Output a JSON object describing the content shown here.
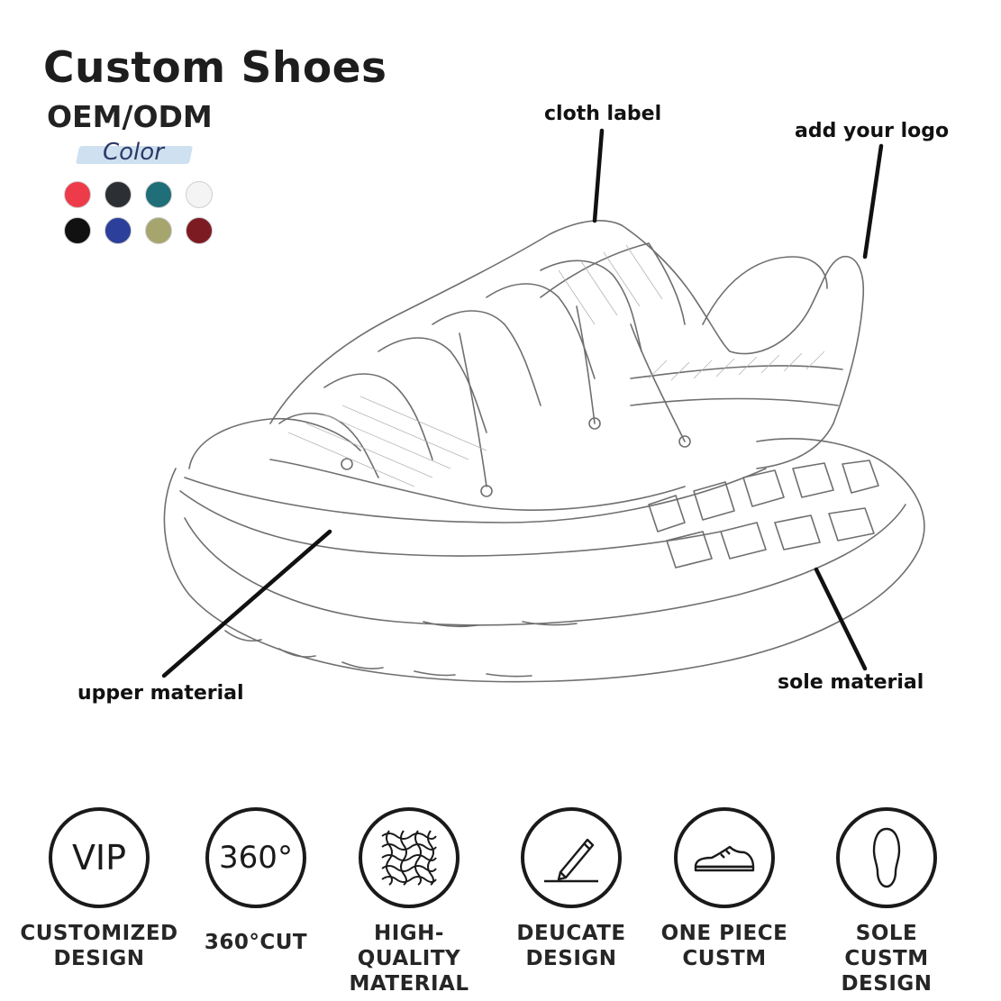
{
  "header": {
    "title": "Custom Shoes",
    "subtitle": "OEM/ODM",
    "color_label": "Color"
  },
  "swatches": [
    "#ee3b4a",
    "#2c2f33",
    "#1f6e78",
    "#f4f4f4",
    "#111111",
    "#2c3f9a",
    "#a6a56e",
    "#7c1c22"
  ],
  "callouts": {
    "cloth_label": "cloth label",
    "add_logo": "add your logo",
    "upper_material": "upper material",
    "sole_material": "sole material"
  },
  "features": [
    {
      "icon": "vip-icon",
      "glyph": "VIP",
      "line1": "CUSTOMIZED",
      "line2": "DESIGN"
    },
    {
      "icon": "360-icon",
      "glyph": "360°",
      "line1": "360°CUT",
      "line2": ""
    },
    {
      "icon": "mesh-material-icon",
      "glyph": "",
      "line1": "HIGH-QUALITY",
      "line2": "MATERIAL"
    },
    {
      "icon": "pencil-design-icon",
      "glyph": "",
      "line1": "DEUCATE",
      "line2": "DESIGN"
    },
    {
      "icon": "sneaker-icon",
      "glyph": "",
      "line1": "ONE PIECE",
      "line2": "CUSTM"
    },
    {
      "icon": "sole-icon",
      "glyph": "",
      "line1": "SOLE",
      "line2": "CUSTM DESIGN"
    }
  ]
}
